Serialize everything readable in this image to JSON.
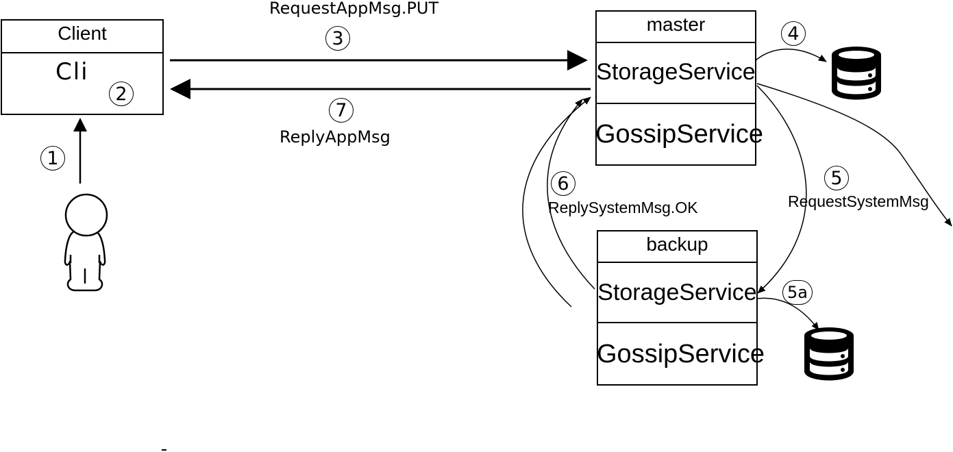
{
  "client": {
    "title": "Client",
    "cli": "Cli"
  },
  "master": {
    "title": "master",
    "storage": "StorageService",
    "gossip": "GossipService"
  },
  "backup": {
    "title": "backup",
    "storage": "StorageService",
    "gossip": "GossipService"
  },
  "messages": {
    "request_app": "RequestAppMsg.PUT",
    "reply_app": "ReplyAppMsg",
    "request_system": "RequestSystemMsg",
    "reply_system": "ReplySystemMsg.OK"
  },
  "steps": {
    "s1": "1",
    "s2": "2",
    "s3": "3",
    "s4": "4",
    "s5": "5",
    "s5a": "5a",
    "s6": "6",
    "s7": "7"
  },
  "icons": [
    "user-icon",
    "database-icon"
  ]
}
